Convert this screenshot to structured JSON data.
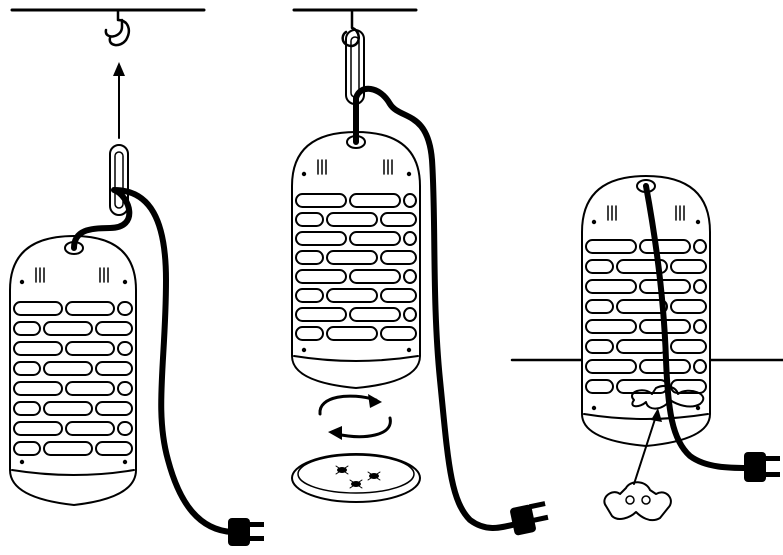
{
  "colors": {
    "ink": "#000000",
    "background": "#ffffff"
  },
  "icons": {
    "ceiling-hook": "hook-icon",
    "hanging-ring": "ring-icon",
    "up-arrow": "arrow-up-icon",
    "rotate-arrows": "rotate-icon",
    "plug": "power-plug-icon",
    "stand-bracket": "bracket-icon",
    "tray-insects": "bug-icon"
  },
  "panels": [
    {
      "step": "hook",
      "depicts": "hanging-ring-to-ceiling-hook"
    },
    {
      "step": "hang",
      "depicts": "device-hanging-with-tray-rotate"
    },
    {
      "step": "stand",
      "depicts": "device-on-bracket-stand"
    }
  ]
}
